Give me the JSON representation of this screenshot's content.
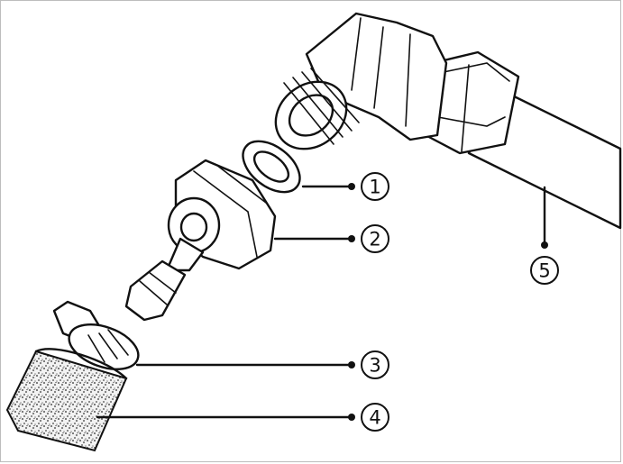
{
  "callouts": [
    {
      "id": "1",
      "label": "1"
    },
    {
      "id": "2",
      "label": "2"
    },
    {
      "id": "3",
      "label": "3"
    },
    {
      "id": "4",
      "label": "4"
    },
    {
      "id": "5",
      "label": "5"
    }
  ],
  "colors": {
    "line": "#111111",
    "background": "#ffffff",
    "frame": "#bdbdbd"
  }
}
